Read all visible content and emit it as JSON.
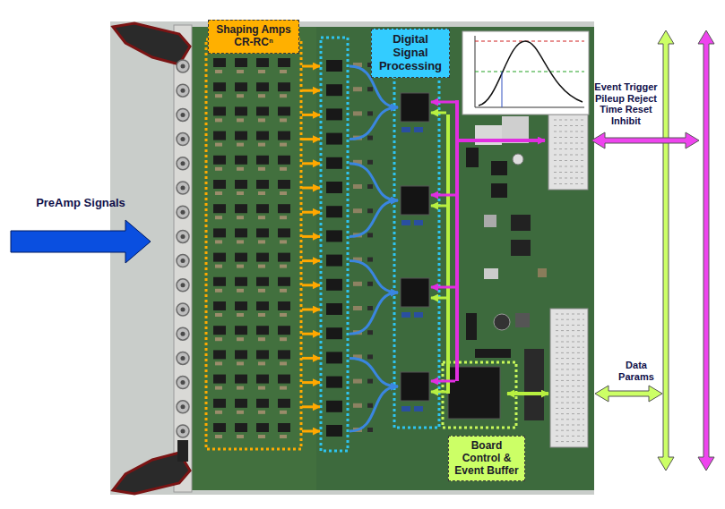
{
  "diagram": {
    "nodes": [
      {
        "text": [
          "Shaping Amps CR-RCⁿ"
        ]
      },
      {
        "text": [
          "Digital Signal Processing"
        ]
      },
      {
        "text": [
          "Board Control & Event Buffer"
        ]
      }
    ],
    "labels": [
      "PreAmp Signals",
      "Event Trigger Pileup Reject Time Reset Inhibit",
      "Data Params"
    ]
  }
}
